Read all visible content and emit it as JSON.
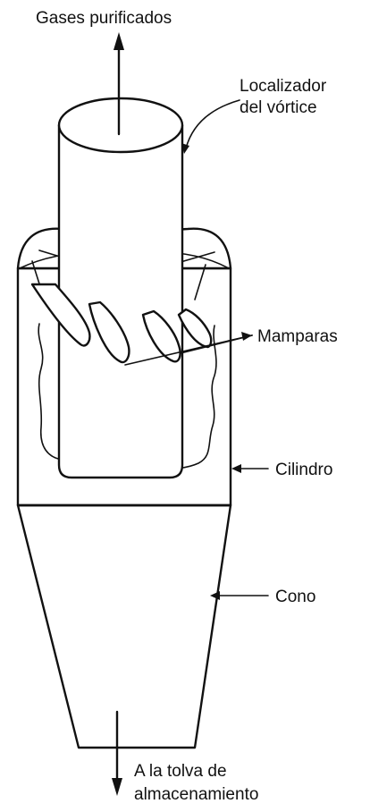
{
  "labels": {
    "gases_purificados": "Gases purificados",
    "localizador_line1": "Localizador",
    "localizador_line2": "del vórtice",
    "mamparas": "Mamparas",
    "cilindro": "Cilindro",
    "cono": "Cono",
    "tolva_line1": "A la tolva de",
    "tolva_line2": "almacenamiento"
  }
}
